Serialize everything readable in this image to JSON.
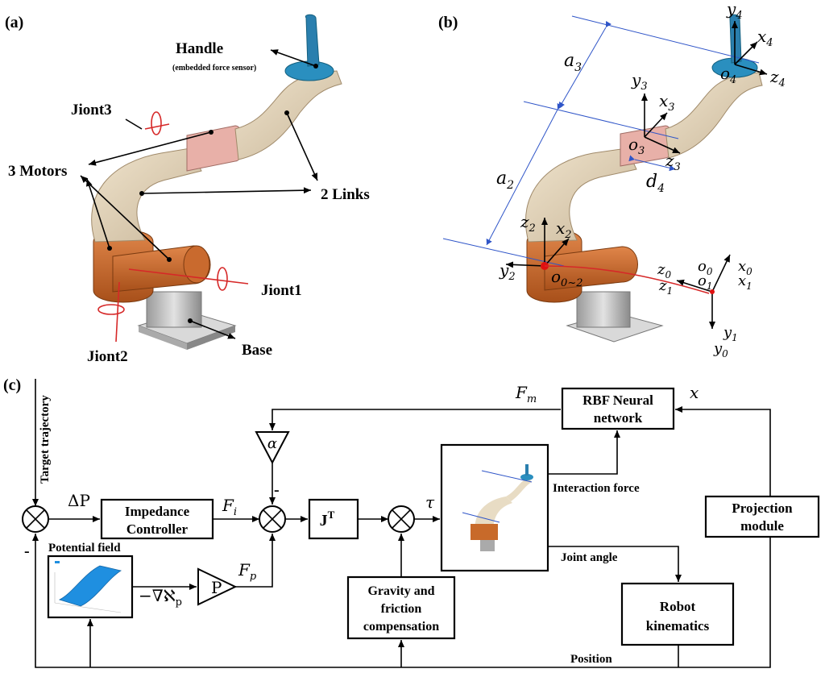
{
  "panel_labels": {
    "a": "(a)",
    "b": "(b)",
    "c": "(c)"
  },
  "panel_a": {
    "handle": "Handle",
    "handle_note": "(embedded force sensor)",
    "joint3": "Jiont3",
    "motors": "3 Motors",
    "links": "2 Links",
    "joint1": "Jiont1",
    "joint2": "Jiont2",
    "base": "Base"
  },
  "panel_b": {
    "a3": "a",
    "a3_sub": "3",
    "a2": "a",
    "a2_sub": "2",
    "d4": "d",
    "d4_sub": "4",
    "frames": [
      {
        "id": "y4",
        "b": "y",
        "s": "4"
      },
      {
        "id": "x4",
        "b": "x",
        "s": "4"
      },
      {
        "id": "o4",
        "b": "o",
        "s": "4"
      },
      {
        "id": "z4",
        "b": "z",
        "s": "4"
      },
      {
        "id": "y3",
        "b": "y",
        "s": "3"
      },
      {
        "id": "x3",
        "b": "x",
        "s": "3"
      },
      {
        "id": "o3",
        "b": "o",
        "s": "3"
      },
      {
        "id": "z3",
        "b": "z",
        "s": "3"
      },
      {
        "id": "z2",
        "b": "z",
        "s": "2"
      },
      {
        "id": "x2",
        "b": "x",
        "s": "2"
      },
      {
        "id": "y2",
        "b": "y",
        "s": "2"
      },
      {
        "id": "o02",
        "b": "o",
        "s": "0~2"
      },
      {
        "id": "z0",
        "b": "z",
        "s": "0"
      },
      {
        "id": "z1",
        "b": "z",
        "s": "1"
      },
      {
        "id": "o0",
        "b": "o",
        "s": "0"
      },
      {
        "id": "o1",
        "b": "o",
        "s": "1"
      },
      {
        "id": "x0",
        "b": "x",
        "s": "0"
      },
      {
        "id": "x1",
        "b": "x",
        "s": "1"
      },
      {
        "id": "y1",
        "b": "y",
        "s": "1"
      },
      {
        "id": "y0",
        "b": "y",
        "s": "0"
      }
    ]
  },
  "panel_c": {
    "target_trajectory": "Target trajectory",
    "delta_p": "ΔP",
    "impedance_l1": "Impedance",
    "impedance_l2": "Controller",
    "fi": "F",
    "fi_sub": "i",
    "alpha": "α",
    "minus": "-",
    "jt": "J",
    "jt_sup": "T",
    "tau": "τ",
    "fm": "F",
    "fm_sub": "m",
    "x": "x",
    "rbf_l1": "RBF Neural",
    "rbf_l2": "network",
    "interaction_force": "Interaction force",
    "projection_l1": "Projection",
    "projection_l2": "module",
    "potential_field": "Potential field",
    "grad": "−∇ℵ",
    "grad_sub": "p",
    "p_gain": "P",
    "fp": "F",
    "fp_sub": "p",
    "joint_angle": "Joint angle",
    "gravity_l1": "Gravity and",
    "gravity_l2": "friction",
    "gravity_l3": "compensation",
    "kin_l1": "Robot",
    "kin_l2": "kinematics",
    "position": "Position"
  }
}
